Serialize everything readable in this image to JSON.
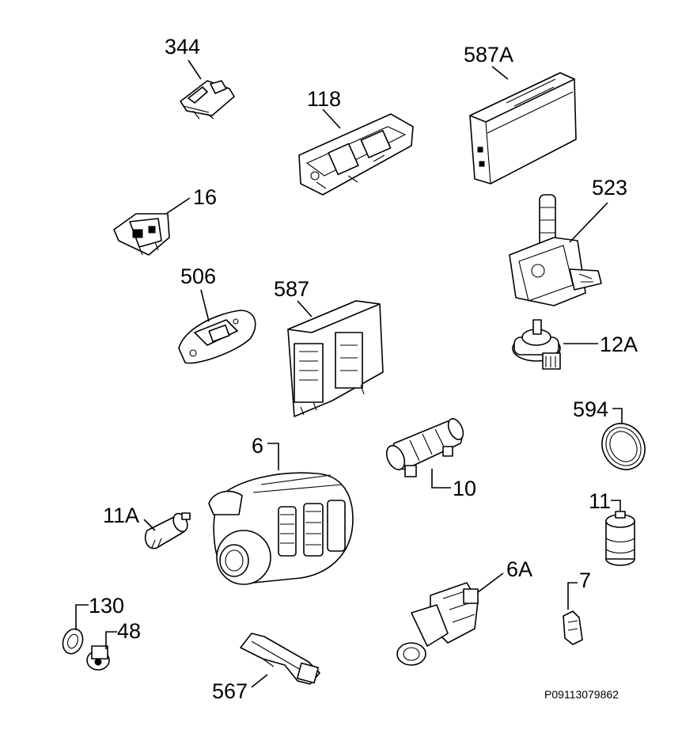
{
  "labels": {
    "l344": "344",
    "l118": "118",
    "l587A": "587A",
    "l16": "16",
    "l523": "523",
    "l506": "506",
    "l587": "587",
    "l12A": "12A",
    "l594": "594",
    "l6": "6",
    "l10": "10",
    "l11A": "11A",
    "l11": "11",
    "l6A": "6A",
    "l7": "7",
    "l130": "130",
    "l48": "48",
    "l567": "567"
  },
  "drawing_code": "P09113079862",
  "colors": {
    "ink": "#000000",
    "paper": "#ffffff"
  }
}
